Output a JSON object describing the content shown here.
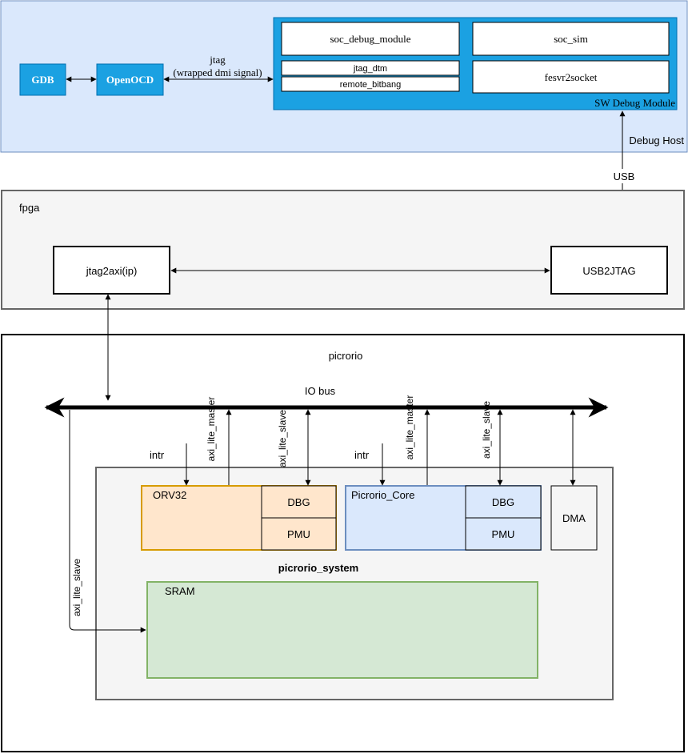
{
  "debug_host": {
    "label": "Debug Host",
    "gdb": "GDB",
    "openocd": "OpenOCD",
    "jtag_label_line1": "jtag",
    "jtag_label_line2": "(wrapped dmi signal)",
    "sw_module": {
      "label": "SW Debug Module",
      "soc_debug_module": "soc_debug_module",
      "soc_sim": "soc_sim",
      "jtag_dtm": "jtag_dtm",
      "remote_bitbang": "remote_bitbang",
      "fesvr2socket": "fesvr2socket"
    }
  },
  "usb_label": "USB",
  "fpga": {
    "label": "fpga",
    "jtag2axi": "jtag2axi(ip)",
    "usb2jtag": "USB2JTAG"
  },
  "picrorio": {
    "label": "picrorio",
    "io_bus": "IO bus",
    "edge_labels": {
      "intr_1": "intr",
      "intr_2": "intr",
      "master_1": "axi_lite_master",
      "slave_1": "axi_lite_slave",
      "master_2": "axi_lite_master",
      "slave_2": "axi_lite_slave",
      "slave_sram": "axi_lite_slave"
    },
    "system": {
      "label": "picrorio_system",
      "orv32": "ORV32",
      "orv32_dbg": "DBG",
      "orv32_pmu": "PMU",
      "core": "Picrorio_Core",
      "core_dbg": "DBG",
      "core_pmu": "PMU",
      "dma": "DMA",
      "sram": "SRAM"
    }
  },
  "colors": {
    "host_bg": "#dae8fc",
    "host_border": "#6c8ebf",
    "blue_fill": "#1ba1e2",
    "blue_border": "#006eaf",
    "grey_bg": "#f5f5f5",
    "grey_border": "#666666",
    "orange_bg": "#ffe6cc",
    "orange_border": "#d79b00",
    "core_bg": "#dae8fc",
    "core_border": "#6c8ebf",
    "sram_bg": "#d5e8d4",
    "sram_border": "#82b366"
  }
}
